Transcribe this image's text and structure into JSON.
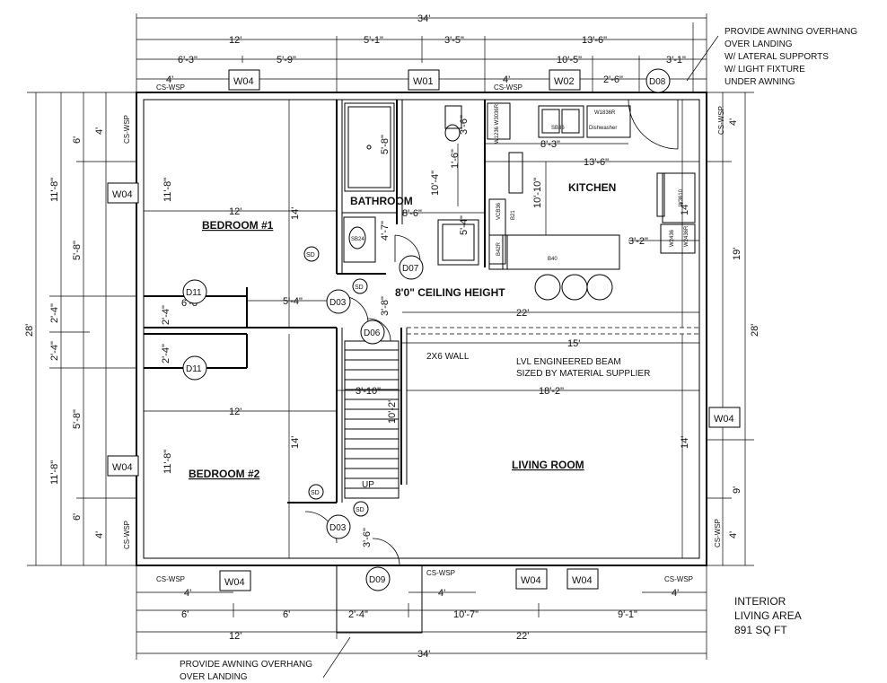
{
  "plan": {
    "rooms": {
      "bedroom1": "BEDROOM #1",
      "bedroom2": "BEDROOM #2",
      "bathroom": "BATHROOM",
      "kitchen": "KITCHEN",
      "living": "LIVING ROOM"
    },
    "notes": {
      "ceiling": "8'0\" CEILING HEIGHT",
      "wall": "2X6 WALL",
      "beam1": "LVL ENGINEERED BEAM",
      "beam2": "SIZED BY MATERIAL SUPPLIER",
      "awning_top": [
        "PROVIDE AWNING OVERHANG",
        "OVER LANDING",
        "W/ LATERAL SUPPORTS",
        "W/ LIGHT FIXTURE",
        "UNDER AWNING"
      ],
      "awning_bottom": [
        "PROVIDE AWNING OVERHANG",
        "OVER LANDING"
      ],
      "area": [
        "INTERIOR",
        "LIVING AREA",
        "891 SQ FT"
      ],
      "up": "UP"
    },
    "top_dims": {
      "total": "34'",
      "a": "12'",
      "b": "5'-1\"",
      "c": "3'-5\"",
      "d": "13'-6\"",
      "e": "6'-3\"",
      "f": "5'-9\"",
      "g": "10'-5\"",
      "h": "3'-1\"",
      "i": "4'",
      "j": "4'",
      "k": "2'-6\""
    },
    "bottom_dims": {
      "a": "4'",
      "b": "4'",
      "c": "4'",
      "d": "6'",
      "e": "6'",
      "f": "2'-4\"",
      "g": "10'-7\"",
      "h": "9'-1\"",
      "i": "12'",
      "j": "22'",
      "total": "34'"
    },
    "left_dims": {
      "total": "28'",
      "a": "11'-8\"",
      "b": "2'-4\"",
      "c": "2'-4\"",
      "d": "11'-8\"",
      "e": "6'",
      "f": "5'-8\"",
      "g": "5'-8\"",
      "h": "6'",
      "i": "4'",
      "j": "4'"
    },
    "right_dims": {
      "total": "28'",
      "a": "19'",
      "b": "9'",
      "c": "4'",
      "d": "4'"
    },
    "interior_dims": {
      "bed1_w": "12'",
      "bed1_h": "11'-8\"",
      "bed1_len": "14'",
      "bath_w": "8'-6\"",
      "bath_h": "4'-7\"",
      "shower": "5'-8\"",
      "d_5_4": "5'-4\"",
      "d_6_8": "6'-8\"",
      "d_2_4a": "2'-4\"",
      "d_2_4b": "2'-4\"",
      "d_10_4": "10'-4\"",
      "d_3_6a": "3'-6\"",
      "d_1_6": "1'-6\"",
      "d_5_4b": "5'-4\"",
      "d_10_10": "10'-10\"",
      "d_8_3": "8'-3\"",
      "d_13_6": "13'-6\"",
      "d_14": "14'",
      "d_3_2": "3'-2\"",
      "d_3_8": "3'-8\"",
      "d_22": "22'",
      "d_15": "15'",
      "d_3_10": "3'-10\"",
      "d_18_2": "18'-2\"",
      "d_10_2": "10'-2\"",
      "bed2_w": "12'",
      "bed2_h": "11'-8\"",
      "bed2_len": "14'",
      "liv_h": "14'",
      "d_3_6b": "3'-6\""
    },
    "tags": {
      "w04": "W04",
      "w01": "W01",
      "w02": "W02",
      "d08": "D08",
      "d11": "D11",
      "d03": "D03",
      "d07": "D07",
      "d06": "D06",
      "d09": "D09",
      "sd": "SD",
      "cswsp": "CS-WSP"
    },
    "cabinets": {
      "w1836r": "W1836R",
      "sb36": "SB36",
      "dishwasher": "Dishwasher",
      "w1236": "W1236 W3036R",
      "b21": "B21",
      "vcb36": "VCB36",
      "b42r": "B42R",
      "b40": "B40",
      "w2436": "W2436",
      "v2436": "W2436R",
      "fridge": "W3610",
      "sb24": "SB24"
    }
  }
}
